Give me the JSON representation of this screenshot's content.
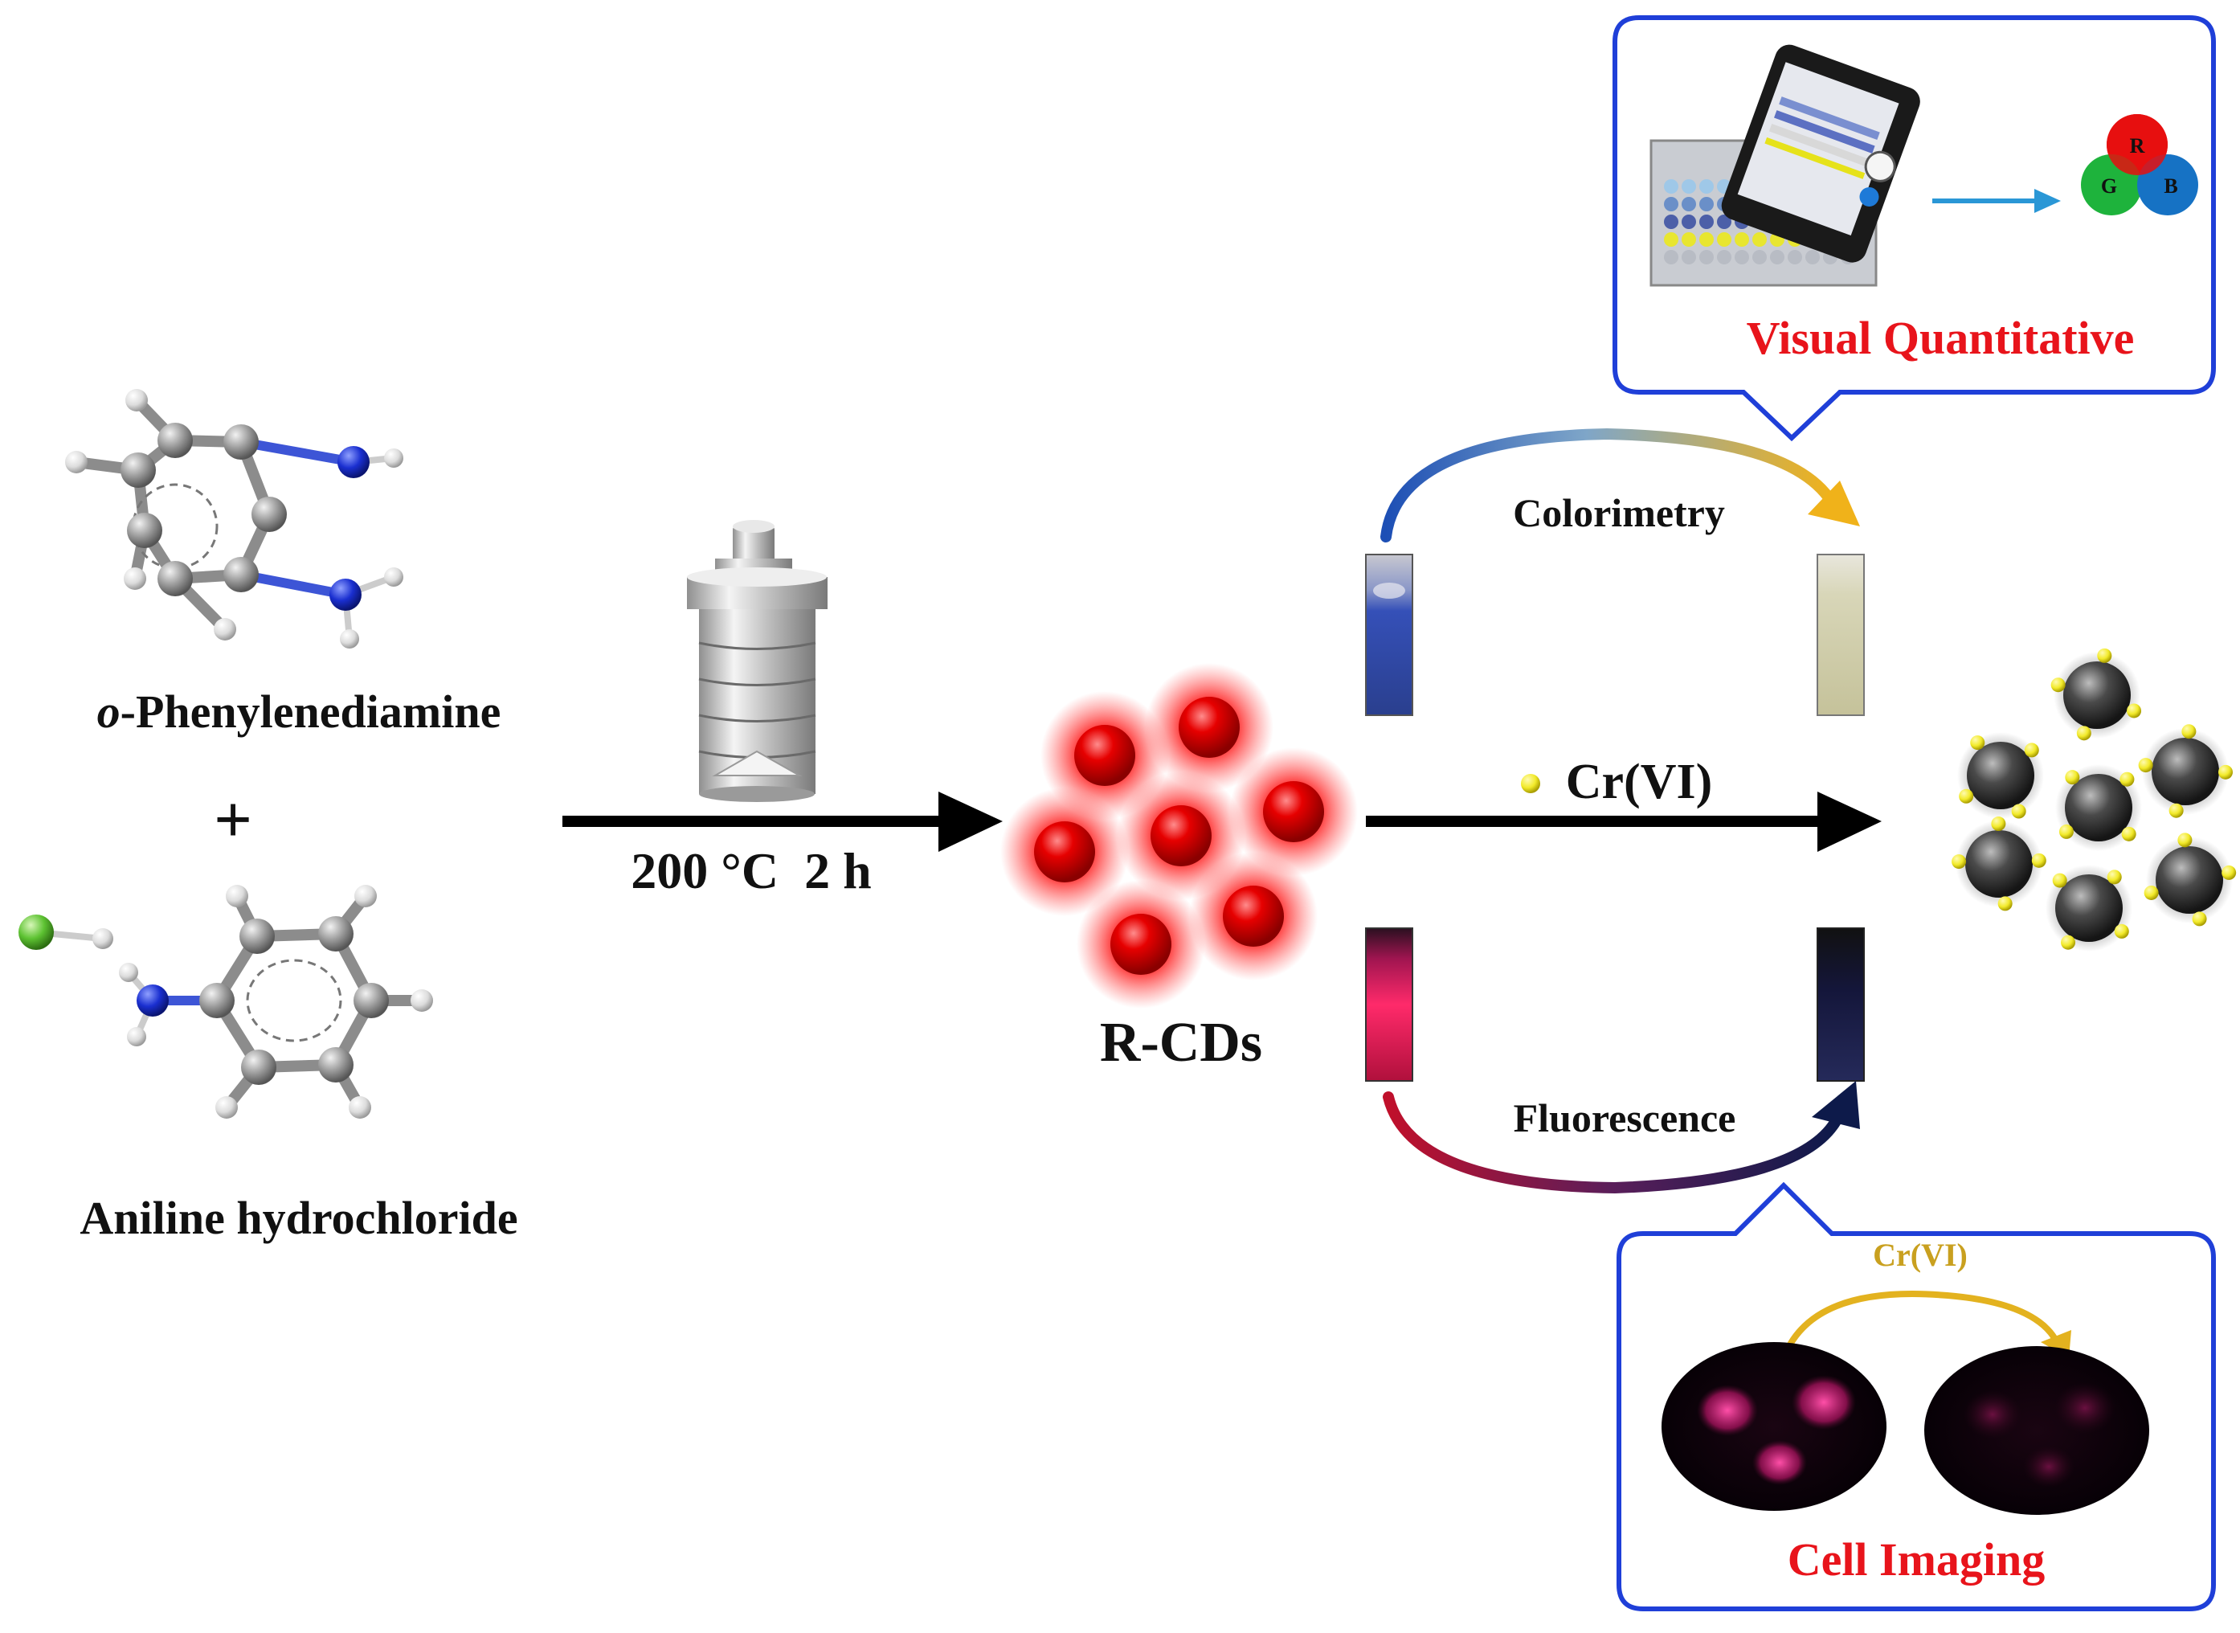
{
  "reactants": {
    "first_name_italic": "o",
    "first_name_rest": "-Phenylenediamine",
    "plus": "+",
    "second_name": "Aniline hydrochloride"
  },
  "synthesis": {
    "condition": "200 °C  2 h"
  },
  "product": {
    "name": "R-CDs"
  },
  "detection": {
    "colorimetry": "Colorimetry",
    "analyte": "Cr(VI)",
    "fluorescence": "Fluorescence"
  },
  "panel_visual": {
    "title": "Visual Quantitative",
    "rgb": [
      "R",
      "G",
      "B"
    ]
  },
  "panel_cell": {
    "title": "Cell Imaging",
    "analyte": "Cr(VI)"
  },
  "colors": {
    "panel_border": "#1f3fd8",
    "highlight_text": "#e8141b",
    "carbon_atom": "#8c8c8c",
    "nitrogen_atom": "#1a2fd0",
    "chlorine_atom": "#5dc232",
    "hydrogen_atom": "#e6e6e6",
    "r_cd": "#e10000",
    "cr_dot": "#f2ea2a",
    "gold_arrow": "#e3b21f"
  }
}
